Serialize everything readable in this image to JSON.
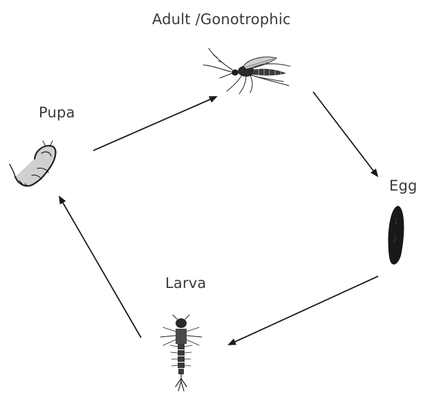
{
  "diagram": {
    "stages": {
      "adult": {
        "label": "Adult /Gonotrophic",
        "icon": "mosquito-icon"
      },
      "egg": {
        "label": "Egg",
        "icon": "egg-icon"
      },
      "larva": {
        "label": "Larva",
        "icon": "larva-icon"
      },
      "pupa": {
        "label": "Pupa",
        "icon": "pupa-icon"
      }
    },
    "cycle": [
      {
        "from": "Pupa",
        "to": "Adult /Gonotrophic"
      },
      {
        "from": "Adult /Gonotrophic",
        "to": "Egg"
      },
      {
        "from": "Egg",
        "to": "Larva"
      },
      {
        "from": "Larva",
        "to": "Pupa"
      }
    ],
    "colors": {
      "arrow": "#1a1a1a",
      "label": "#3a3a3a",
      "illustration": "#1e1e1e"
    }
  }
}
